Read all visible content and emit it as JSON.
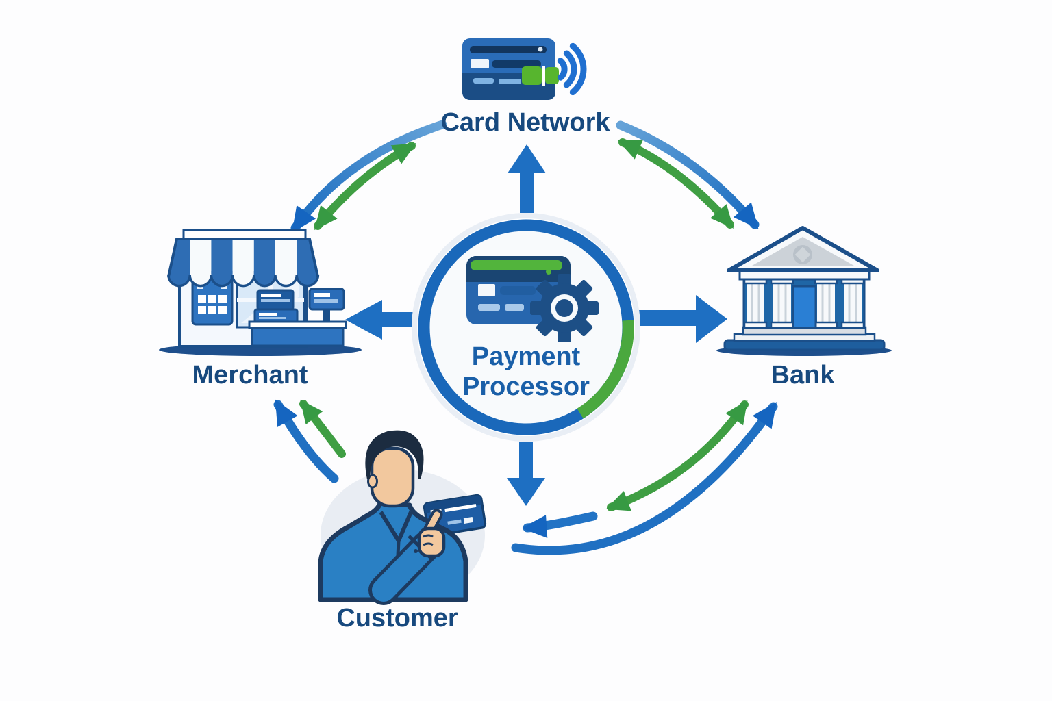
{
  "nodes": {
    "card_network": {
      "label": "Card Network",
      "icon": "contactless-card-icon"
    },
    "merchant": {
      "label": "Merchant",
      "icon": "storefront-icon"
    },
    "bank": {
      "label": "Bank",
      "icon": "bank-building-icon"
    },
    "customer": {
      "label": "Customer",
      "icon": "person-with-card-icon"
    },
    "payment_processor": {
      "label_line1": "Payment",
      "label_line2": "Processor",
      "icon": "card-gear-icon"
    }
  },
  "flows": [
    {
      "from": "payment_processor",
      "to": "card_network",
      "style": "straight",
      "color": "blue",
      "heads": "single"
    },
    {
      "from": "payment_processor",
      "to": "merchant",
      "style": "straight",
      "color": "blue",
      "heads": "single"
    },
    {
      "from": "payment_processor",
      "to": "bank",
      "style": "straight",
      "color": "blue",
      "heads": "single"
    },
    {
      "from": "payment_processor",
      "to": "customer",
      "style": "straight",
      "color": "blue",
      "heads": "single"
    },
    {
      "from": "card_network",
      "to": "merchant",
      "style": "curved",
      "color": "blue",
      "heads": "single"
    },
    {
      "from": "card_network",
      "to": "merchant",
      "style": "curved",
      "color": "green",
      "heads": "double"
    },
    {
      "from": "card_network",
      "to": "bank",
      "style": "curved",
      "color": "blue",
      "heads": "single"
    },
    {
      "from": "card_network",
      "to": "bank",
      "style": "curved",
      "color": "green",
      "heads": "double"
    },
    {
      "from": "customer",
      "to": "bank",
      "style": "curved",
      "color": "blue",
      "heads": "single"
    },
    {
      "from": "bank",
      "to": "customer",
      "style": "curved",
      "color": "green",
      "heads": "double"
    },
    {
      "from": "bank",
      "to": "customer",
      "style": "curved-short",
      "color": "blue",
      "heads": "single"
    },
    {
      "from": "customer",
      "to": "merchant",
      "style": "curved",
      "color": "blue",
      "heads": "single"
    },
    {
      "from": "customer",
      "to": "merchant",
      "style": "curved",
      "color": "green",
      "heads": "single"
    }
  ],
  "colors": {
    "arrow_blue": "#1E6FC2",
    "arrow_blue_dark": "#1565C0",
    "arrow_green": "#3F9E43",
    "ring_blue": "#1A68BA",
    "ring_green": "#4AA83E",
    "navy_outline": "#1B4F8A",
    "label_navy": "#17497E",
    "processor_label_blue": "#1A5FA8",
    "icon_green": "#52B43C",
    "light_blue": "#9FC3E8"
  }
}
